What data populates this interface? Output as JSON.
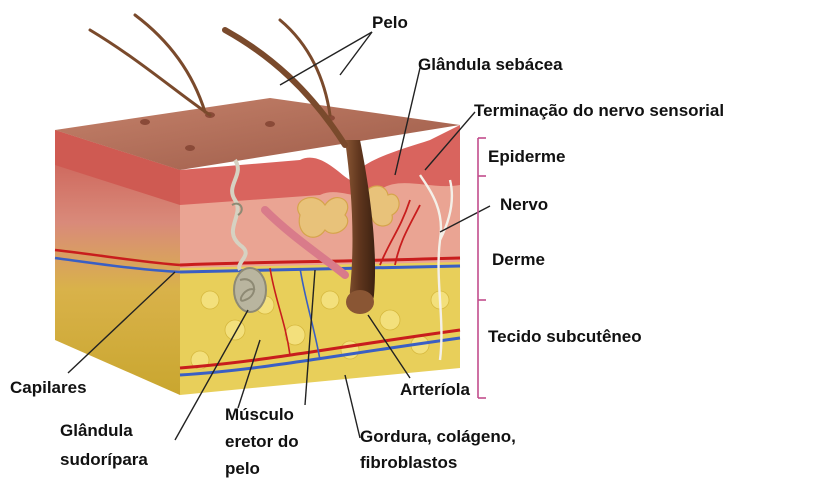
{
  "labels": {
    "pelo": "Pelo",
    "glandula_sebacea": "Glândula sebácea",
    "terminacao_nervo": "Terminação do nervo sensorial",
    "epiderme": "Epiderme",
    "nervo": "Nervo",
    "derme": "Derme",
    "tecido_subcutaneo": "Tecido subcutêneo",
    "capilares": "Capilares",
    "arteriola": "Arteríola",
    "glandula_sudoripara": [
      "Glândula",
      "sudorípara"
    ],
    "musculo_eretor": [
      "Músculo",
      "eretor do",
      "pelo"
    ],
    "gordura": [
      "Gordura, colágeno,",
      "fibroblastos"
    ]
  },
  "colors": {
    "epidermis": "#d9645e",
    "dermis": "#e9a08f",
    "subcutaneous": "#e8cf5a",
    "top_surface": "#b06c56",
    "hair": "#6b3f25",
    "artery": "#c81d1d",
    "vein": "#3a5fc4",
    "bracket": "#c24d8c"
  }
}
